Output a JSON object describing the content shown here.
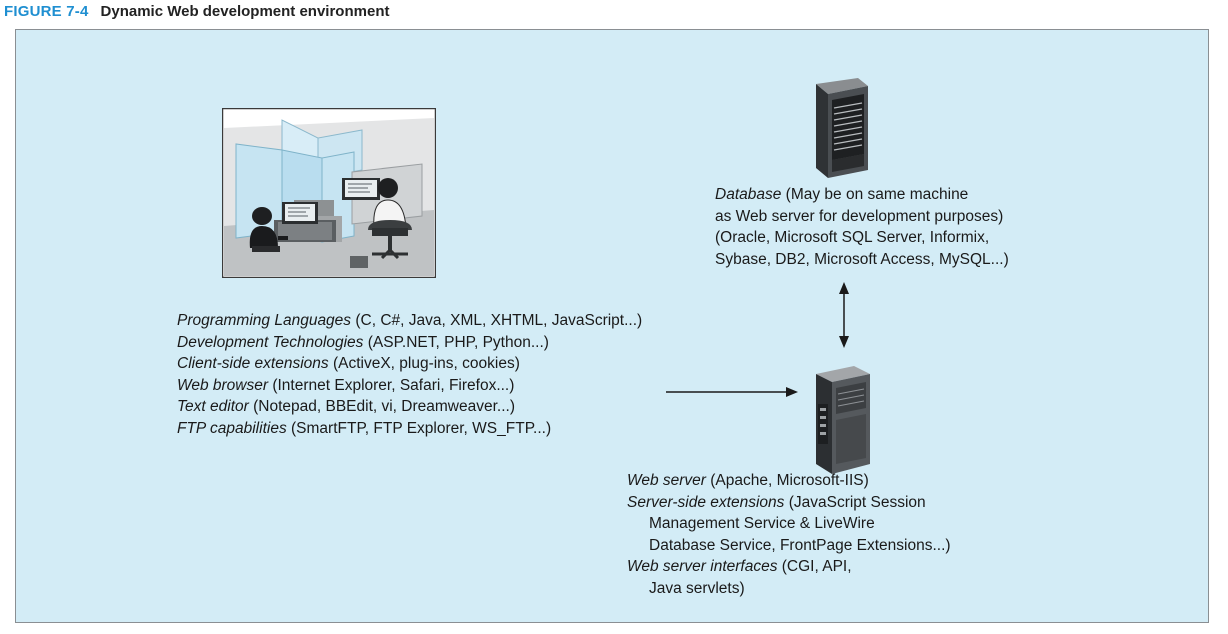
{
  "figure": {
    "label": "FIGURE 7-4",
    "title": "Dynamic Web development environment"
  },
  "client": {
    "lines": [
      {
        "term": "Programming Languages",
        "detail": " (C, C#, Java, XML, XHTML, JavaScript...)"
      },
      {
        "term": "Development Technologies",
        "detail": " (ASP.NET, PHP, Python...)"
      },
      {
        "term": "Client-side extensions",
        "detail": " (ActiveX, plug-ins, cookies)"
      },
      {
        "term": "Web browser",
        "detail": " (Internet Explorer, Safari, Firefox...)"
      },
      {
        "term": "Text editor",
        "detail": " (Notepad, BBEdit, vi, Dreamweaver...)"
      },
      {
        "term": "FTP capabilities",
        "detail": " (SmartFTP, FTP Explorer, WS_FTP...)"
      }
    ]
  },
  "database": {
    "term": "Database",
    "line1_detail": " (May be on same machine",
    "line2": "as Web server for development purposes)",
    "line3": "(Oracle, Microsoft SQL Server, Informix,",
    "line4": "Sybase, DB2, Microsoft Access, MySQL...)"
  },
  "webserver": {
    "line1_term": "Web server",
    "line1_detail": " (Apache, Microsoft-IIS)",
    "line2_term": "Server-side extensions",
    "line2_detail": " (JavaScript Session",
    "line3": "Management Service & LiveWire",
    "line4": "Database Service, FrontPage Extensions...)",
    "line5_term": "Web server interfaces",
    "line5_detail": " (CGI, API,",
    "line6": "Java servlets)"
  },
  "icons": {
    "cubicle": "office-cubicle-workers-illustration",
    "database_server": "tower-server-icon",
    "web_server": "tower-server-icon"
  },
  "colors": {
    "figure_label": "#1f8fd1",
    "panel_background": "#d3ecf6"
  }
}
